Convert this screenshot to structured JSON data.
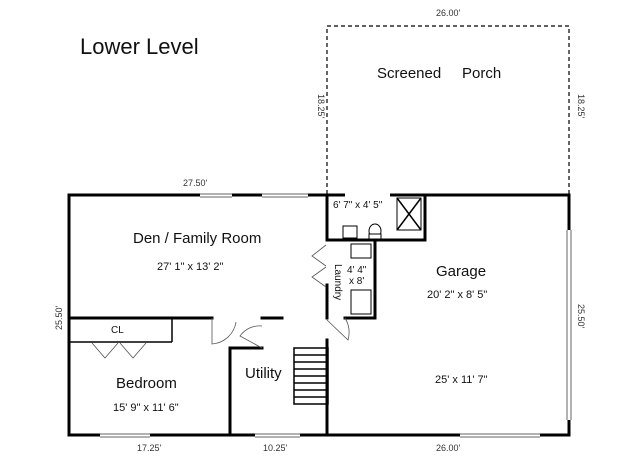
{
  "plan": {
    "title": "Lower Level",
    "rooms": {
      "porch": {
        "label_a": "Screened",
        "label_b": "Porch"
      },
      "den": {
        "label": "Den / Family Room",
        "size": "27' 1\" x 13' 2\""
      },
      "bath": {
        "size": "6' 7\" x 4' 5\""
      },
      "laundry": {
        "label": "Laundry",
        "size_a": "4' 4\"",
        "size_b": "x 8'"
      },
      "garage": {
        "label": "Garage",
        "size_a": "20' 2\" x 8' 5\"",
        "size_b": "25' x 11' 7\""
      },
      "closet": {
        "label": "CL"
      },
      "bedroom": {
        "label": "Bedroom",
        "size": "15' 9\" x 11' 6\""
      },
      "utility": {
        "label": "Utility"
      }
    },
    "dimensions": {
      "porch_top": "26.00'",
      "porch_left": "18.25'",
      "porch_right": "18.25'",
      "house_top": "27.50'",
      "house_left": "25.50'",
      "house_right": "25.50'",
      "bottom_left": "17.25'",
      "bottom_middle": "10.25'",
      "bottom_right": "26.00'"
    }
  }
}
